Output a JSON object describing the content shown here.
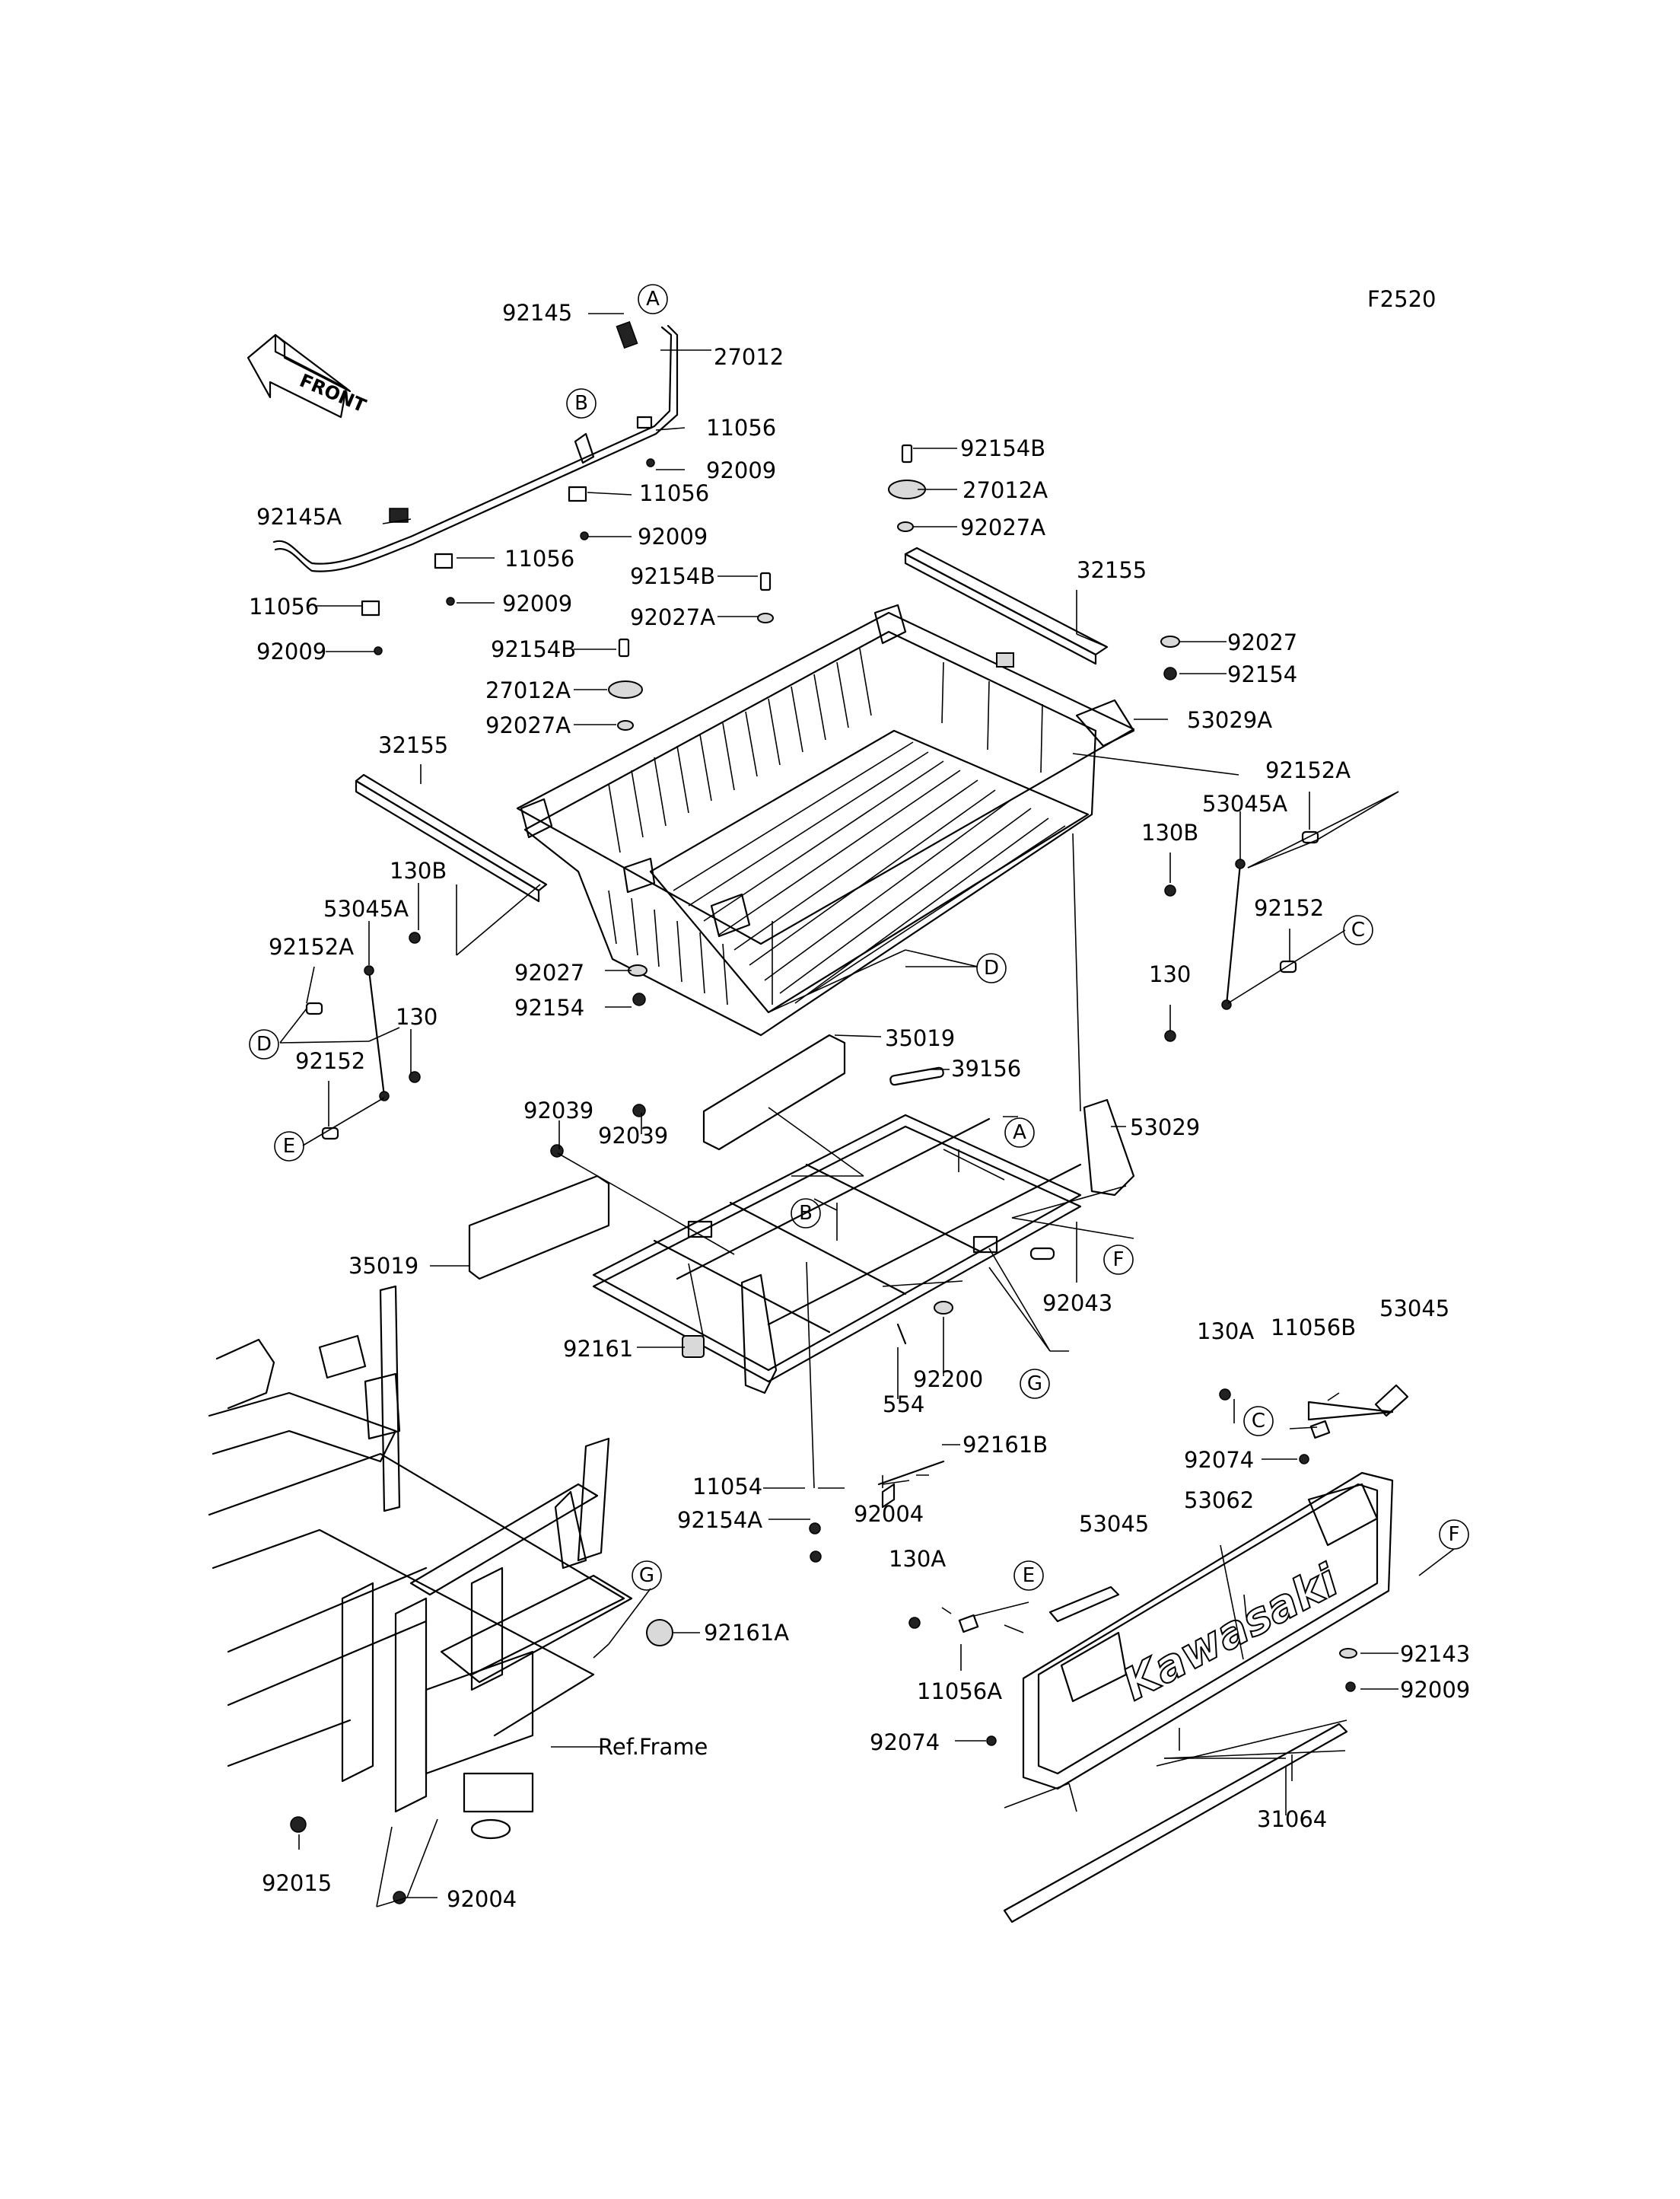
{
  "figure_code": "F2520",
  "front_arrow": "FRONT",
  "ref_frame": "Ref.Frame",
  "brand_logo": "Kawasaki",
  "callouts": {
    "A": "A",
    "B": "B",
    "C": "C",
    "D": "D",
    "E": "E",
    "F": "F",
    "G": "G"
  },
  "part_numbers": [
    "92145",
    "27012",
    "11056",
    "92009",
    "11056",
    "92009",
    "92145A",
    "11056",
    "92009",
    "11056",
    "92009",
    "92154B",
    "27012A",
    "92027A",
    "92154B",
    "92027A",
    "92154B",
    "27012A",
    "92027A",
    "32155",
    "92027",
    "92154",
    "53029A",
    "92152A",
    "53045A",
    "130B",
    "32155",
    "130B",
    "53045A",
    "92152A",
    "92152",
    "130",
    "92027",
    "92154",
    "130",
    "92152",
    "35019",
    "39156",
    "92039",
    "92039",
    "53029",
    "35019",
    "92043",
    "92161",
    "92200",
    "554",
    "130A",
    "11056B",
    "53045",
    "92074",
    "53062",
    "11054",
    "92154A",
    "92004",
    "92161B",
    "53045",
    "130A",
    "11056A",
    "92143",
    "92009",
    "92074",
    "31064",
    "92161A",
    "92015",
    "92004"
  ]
}
